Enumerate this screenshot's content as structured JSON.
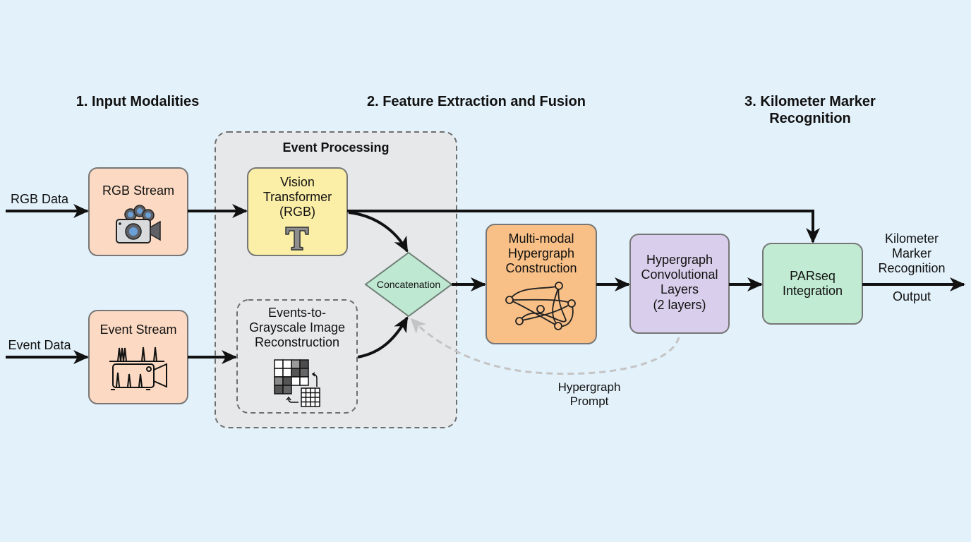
{
  "sections": [
    {
      "id": "input",
      "title": "1. Input Modalities"
    },
    {
      "id": "fusion",
      "title": "2. Feature Extraction and Fusion"
    },
    {
      "id": "recognition",
      "title": "3. Kilometer Marker Recognition"
    }
  ],
  "group": {
    "title": "Event Processing"
  },
  "inputs": {
    "rgb": "RGB Data",
    "event": "Event Data"
  },
  "nodes": {
    "rgb_stream": {
      "label": "RGB Stream",
      "icon": "camera-icon",
      "color": "#fbd9c2"
    },
    "event_stream": {
      "label": "Event Stream",
      "icon": "event-camera-icon",
      "color": "#fbd9c2"
    },
    "vit": {
      "line1": "Vision",
      "line2": "Transformer",
      "line3": "(RGB)",
      "icon": "transformer-T-icon",
      "color": "#fbeea6"
    },
    "e2g": {
      "line1": "Events-to-",
      "line2": "Grayscale Image",
      "line3": "Reconstruction",
      "icon": "image-grid-icon"
    },
    "concat": {
      "label": "Concatenation",
      "color": "#bfe8d2"
    },
    "hypergraph_construction": {
      "line1": "Multi-modal",
      "line2": "Hypergraph",
      "line3": "Construction",
      "icon": "hypergraph-icon",
      "color": "#f8bf86"
    },
    "hgcl": {
      "line1": "Hypergraph",
      "line2": "Convolutional",
      "line3": "Layers",
      "line4": "(2 layers)",
      "color": "#d9cfec"
    },
    "parseq": {
      "line1": "PARseq",
      "line2": "Integration",
      "color": "#c2ebd3"
    }
  },
  "edges": {
    "prompt": {
      "line1": "Hypergraph",
      "line2": "Prompt"
    }
  },
  "output": {
    "line1": "Kilometer",
    "line2": "Marker",
    "line3": "Recognition",
    "line4": "Output"
  }
}
